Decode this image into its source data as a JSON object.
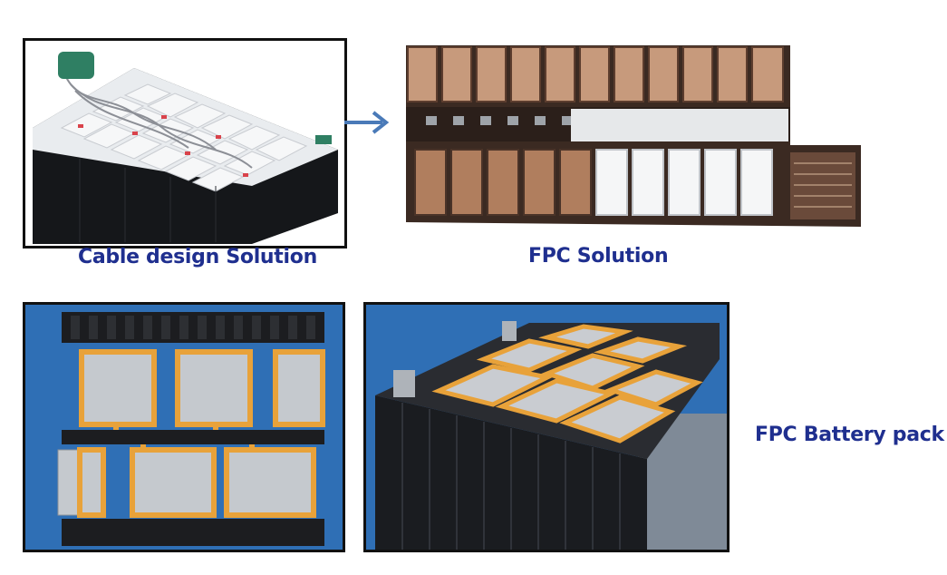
{
  "captions": {
    "cable_design": "Cable design Solution",
    "fpc_solution": "FPC Solution",
    "fpc_battery_pack": "FPC Battery pack"
  },
  "icons": {
    "arrow": "right-arrow-icon"
  },
  "colors": {
    "caption_text": "#1f2f8f",
    "arrow": "#4a7ab8",
    "fpc_copper": "#c79a7c",
    "fpc_orange": "#e8a23a",
    "photo_blue_background": "#2f6fb5",
    "cell_black": "#1a1c20"
  }
}
